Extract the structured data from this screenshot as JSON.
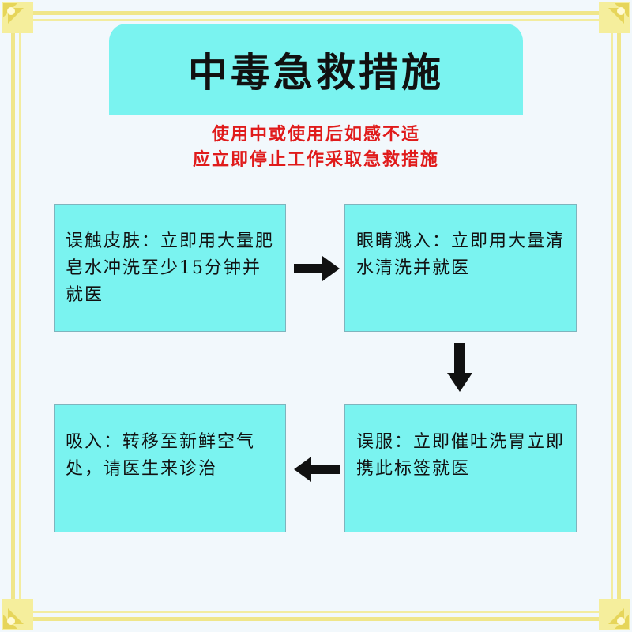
{
  "title": "中毒急救措施",
  "subtitle": {
    "line1": "使用中或使用后如感不适",
    "line2": "应立即停止工作采取急救措施"
  },
  "steps": [
    {
      "text": "误触皮肤：立即用大量肥皂水冲洗至少15分钟并就医"
    },
    {
      "text": "眼睛溅入：立即用大量清水清洗并就医"
    },
    {
      "text": "误服：立即催吐洗胃立即携此标签就医"
    },
    {
      "text": "吸入：转移至新鲜空气处，请医生来诊治"
    }
  ],
  "colors": {
    "box_fill": "#7af3f0",
    "subtitle_text": "#e01b1b",
    "frame": "#f0e68a",
    "background": "#f2f8fc"
  }
}
